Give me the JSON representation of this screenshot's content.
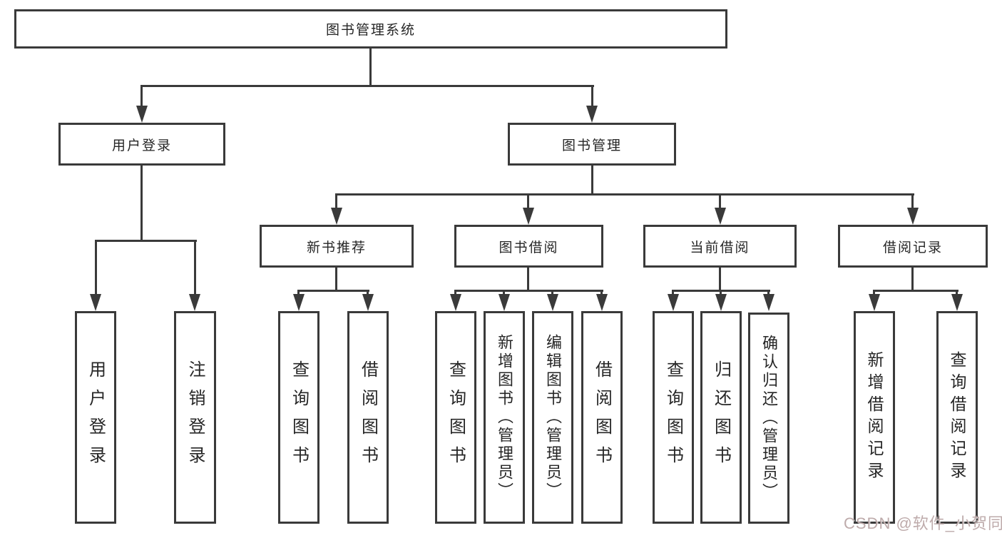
{
  "tree": {
    "root": {
      "label": "图书管理系统"
    },
    "branches": [
      {
        "label": "用户登录",
        "children": [
          {
            "label": "用户登录"
          },
          {
            "label": "注销登录"
          }
        ]
      },
      {
        "label": "图书管理",
        "children": [
          {
            "label": "新书推荐",
            "children": [
              {
                "label": "查询图书"
              },
              {
                "label": "借阅图书"
              }
            ]
          },
          {
            "label": "图书借阅",
            "children": [
              {
                "label": "查询图书"
              },
              {
                "label": "新增图书（管理员）"
              },
              {
                "label": "编辑图书（管理员）"
              },
              {
                "label": "借阅图书"
              }
            ]
          },
          {
            "label": "当前借阅",
            "children": [
              {
                "label": "查询图书"
              },
              {
                "label": "归还图书"
              },
              {
                "label": "确认归还（管理员）"
              }
            ]
          },
          {
            "label": "借阅记录",
            "children": [
              {
                "label": "新增借阅记录"
              },
              {
                "label": "查询借阅记录"
              }
            ]
          }
        ]
      }
    ]
  },
  "watermark": {
    "text": "CSDN @软件_小贺同学"
  },
  "colors": {
    "line": "#3a3a3a",
    "box_border": "#3a3a3a",
    "text": "#262626",
    "background": "#ffffff",
    "watermark": "#baa6a6"
  }
}
